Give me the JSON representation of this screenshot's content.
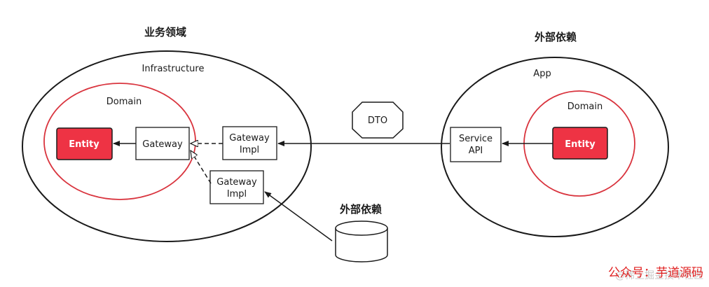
{
  "left": {
    "title": "业务领域",
    "outer_label": "Infrastructure",
    "inner_label": "Domain",
    "entity": "Entity",
    "gateway": "Gateway",
    "gateway_impl_1": [
      "Gateway",
      "Impl"
    ],
    "gateway_impl_2": [
      "Gateway",
      "Impl"
    ]
  },
  "right": {
    "title": "外部依赖",
    "outer_label": "App",
    "inner_label": "Domain",
    "entity": "Entity",
    "service_api": [
      "Service",
      "API"
    ]
  },
  "dto": "DTO",
  "database": {
    "title": "外部依赖"
  },
  "watermark": {
    "red": "公众号：芋道源码",
    "grey": "@稀土掘金技术社区"
  },
  "colors": {
    "entity_fill": "#ee3344",
    "domain_stroke": "#d9343e",
    "line": "#1a1a1a"
  }
}
